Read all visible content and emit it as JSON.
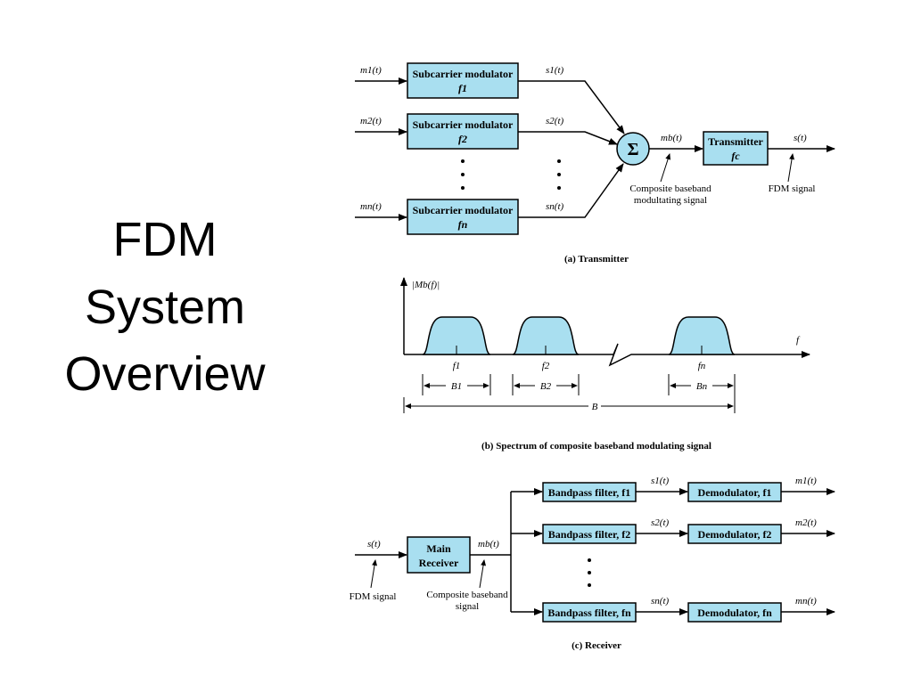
{
  "slide": {
    "title_lines": [
      "FDM",
      "System",
      "Overview"
    ]
  },
  "transmitter": {
    "caption": "(a) Transmitter",
    "inputs": [
      "m1(t)",
      "m2(t)",
      "mn(t)"
    ],
    "modulators": [
      {
        "label": "Subcarrier modulator",
        "freq": "f1"
      },
      {
        "label": "Subcarrier modulator",
        "freq": "f2"
      },
      {
        "label": "Subcarrier modulator",
        "freq": "fn"
      }
    ],
    "outputs": [
      "s1(t)",
      "s2(t)",
      "sn(t)"
    ],
    "summer_symbol": "Σ",
    "baseband_signal": "mb(t)",
    "baseband_note": [
      "Composite baseband",
      "modultating signal"
    ],
    "tx_box": {
      "label": "Transmitter",
      "freq": "fc"
    },
    "tx_output": "s(t)",
    "tx_output_note": "FDM signal"
  },
  "spectrum": {
    "caption": "(b) Spectrum of composite baseband modulating signal",
    "y_label": "|Mb(f)|",
    "x_label": "f",
    "centers": [
      "f1",
      "f2",
      "fn"
    ],
    "bandwidths": [
      "B1",
      "B2",
      "Bn"
    ],
    "total_bandwidth": "B"
  },
  "receiver": {
    "caption": "(c) Receiver",
    "input": "s(t)",
    "input_note": "FDM signal",
    "main_box": [
      "Main",
      "Receiver"
    ],
    "baseband_signal": "mb(t)",
    "baseband_note": [
      "Composite baseband",
      "signal"
    ],
    "filters": [
      "Bandpass filter, f1",
      "Bandpass filter, f2",
      "Bandpass filter, fn"
    ],
    "filter_outputs": [
      "s1(t)",
      "s2(t)",
      "sn(t)"
    ],
    "demodulators": [
      "Demodulator, f1",
      "Demodulator, f2",
      "Demodulator, fn"
    ],
    "outputs": [
      "m1(t)",
      "m2(t)",
      "mn(t)"
    ]
  }
}
